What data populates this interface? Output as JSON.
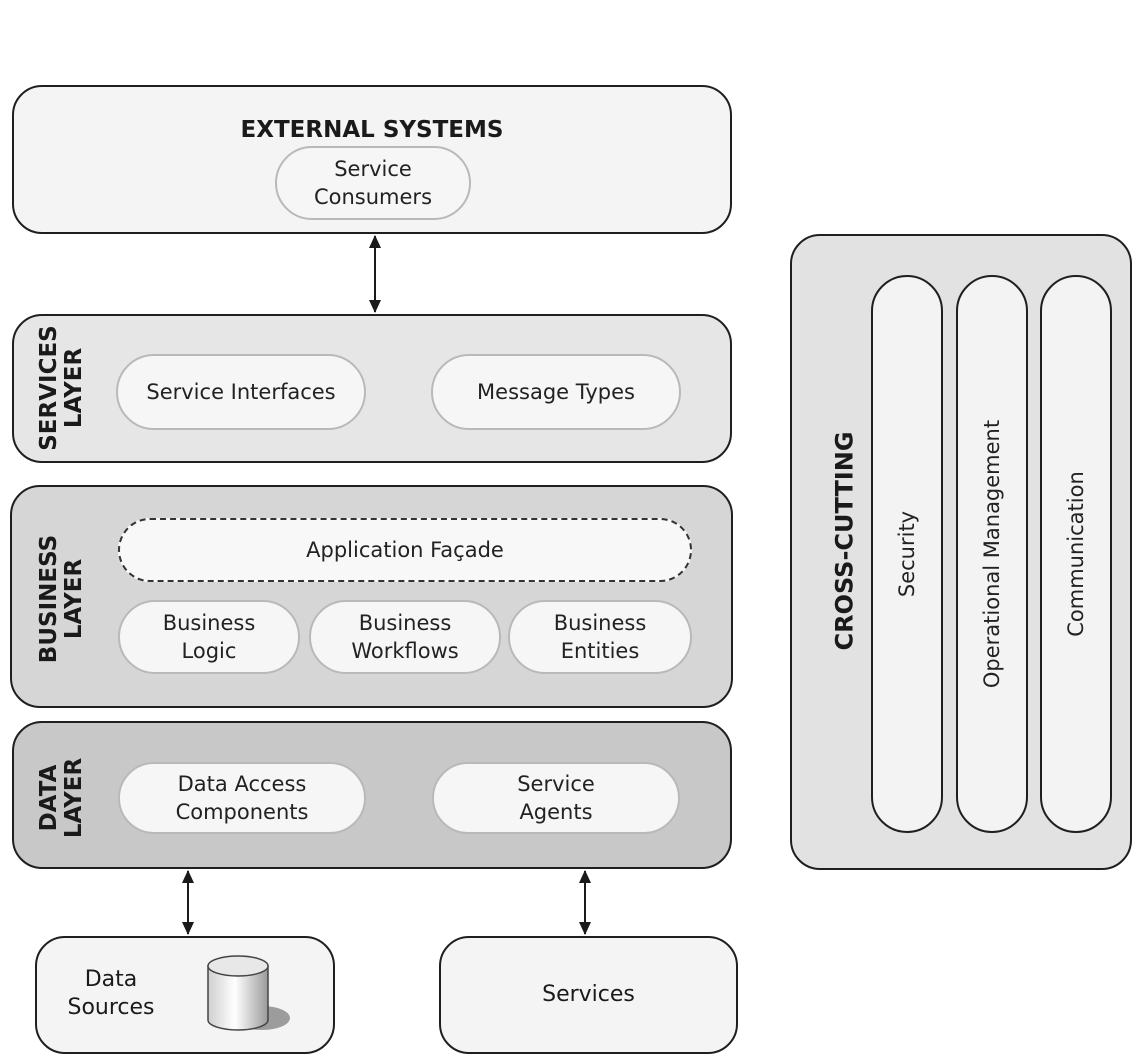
{
  "external": {
    "title": "EXTERNAL SYSTEMS",
    "consumers": [
      "Service",
      "Consumers"
    ]
  },
  "services_layer": {
    "label": [
      "SERVICES",
      "LAYER"
    ],
    "interfaces": "Service Interfaces",
    "message_types": "Message Types"
  },
  "business_layer": {
    "label": [
      "BUSINESS",
      "LAYER"
    ],
    "facade": "Application Façade",
    "logic": [
      "Business",
      "Logic"
    ],
    "workflows": [
      "Business",
      "Workflows"
    ],
    "entities": [
      "Business",
      "Entities"
    ]
  },
  "data_layer": {
    "label": [
      "DATA",
      "LAYER"
    ],
    "access": [
      "Data Access",
      "Components"
    ],
    "agents": [
      "Service",
      "Agents"
    ]
  },
  "data_sources": [
    "Data",
    "Sources"
  ],
  "services": "Services",
  "cross_cutting": {
    "title": "CROSS-CUTTING",
    "columns": [
      "Security",
      "Operational Management",
      "Communication"
    ]
  },
  "colors": {
    "external_fill": "#f4f4f4",
    "services_fill": "#e6e6e6",
    "business_fill": "#d6d6d6",
    "data_fill": "#c8c8c8",
    "cross_fill": "#e2e2e2"
  }
}
